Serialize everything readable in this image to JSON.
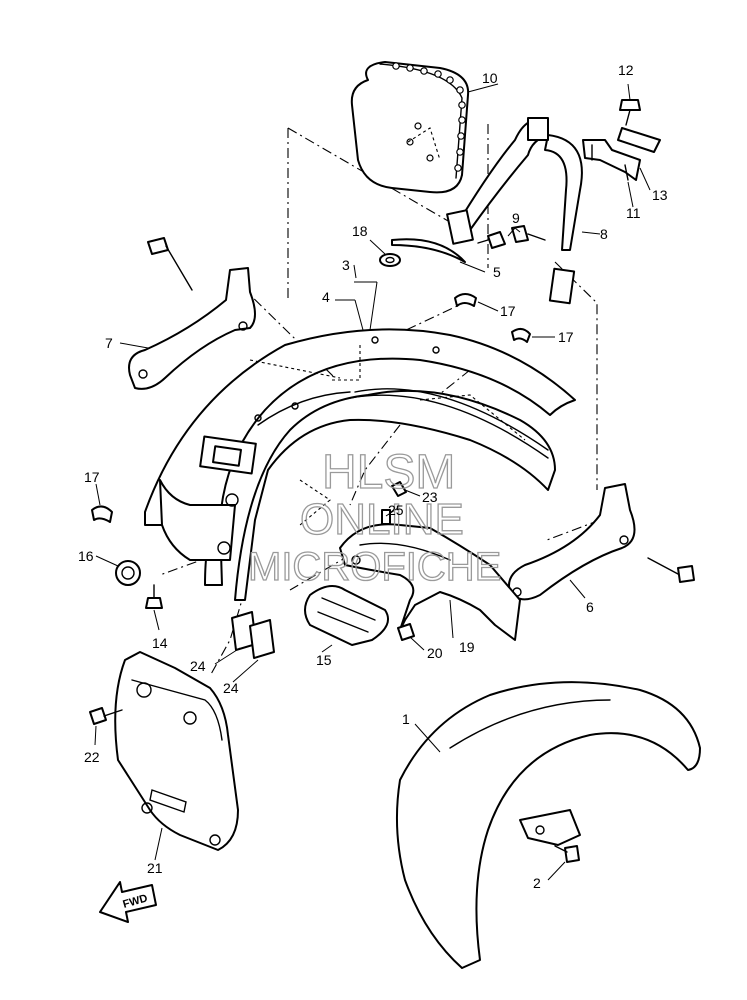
{
  "diagram": {
    "callouts": [
      {
        "id": "c1",
        "label": "1"
      },
      {
        "id": "c2",
        "label": "2"
      },
      {
        "id": "c3",
        "label": "3"
      },
      {
        "id": "c4",
        "label": "4"
      },
      {
        "id": "c5",
        "label": "5"
      },
      {
        "id": "c6",
        "label": "6"
      },
      {
        "id": "c7",
        "label": "7"
      },
      {
        "id": "c8",
        "label": "8"
      },
      {
        "id": "c9",
        "label": "9"
      },
      {
        "id": "c10",
        "label": "10"
      },
      {
        "id": "c11",
        "label": "11"
      },
      {
        "id": "c12",
        "label": "12"
      },
      {
        "id": "c13",
        "label": "13"
      },
      {
        "id": "c14",
        "label": "14"
      },
      {
        "id": "c15",
        "label": "15"
      },
      {
        "id": "c16",
        "label": "16"
      },
      {
        "id": "c17a",
        "label": "17"
      },
      {
        "id": "c17b",
        "label": "17"
      },
      {
        "id": "c17c",
        "label": "17"
      },
      {
        "id": "c18",
        "label": "18"
      },
      {
        "id": "c19",
        "label": "19"
      },
      {
        "id": "c20",
        "label": "20"
      },
      {
        "id": "c21",
        "label": "21"
      },
      {
        "id": "c22",
        "label": "22"
      },
      {
        "id": "c23",
        "label": "23"
      },
      {
        "id": "c24a",
        "label": "24"
      },
      {
        "id": "c24b",
        "label": "24"
      },
      {
        "id": "c25",
        "label": "25"
      }
    ],
    "fwd_label": "FWD"
  },
  "watermark": {
    "line1": "HLSM",
    "line2": "ONLINE",
    "line3": "MICROFICHE"
  }
}
